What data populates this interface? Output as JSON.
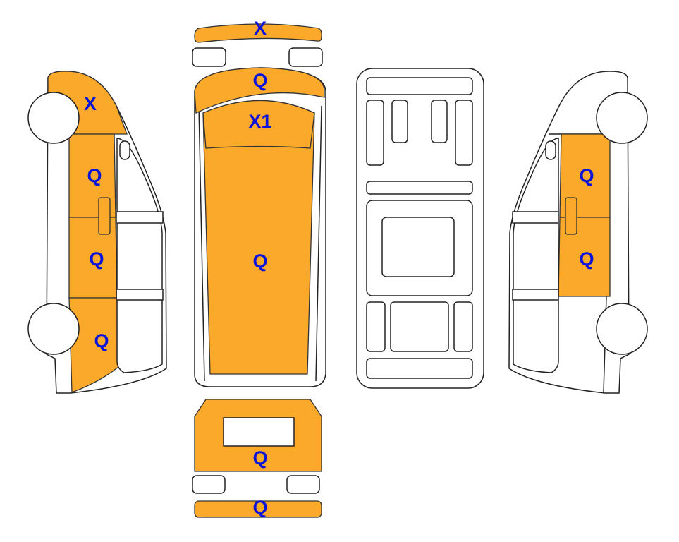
{
  "colors": {
    "damaged_panel": "#FBA92B",
    "label": "#0A14D8",
    "outline": "#222222"
  },
  "views": {
    "left_side": {
      "front_wing": "X",
      "front_door": "Q",
      "sliding_door": "Q",
      "rear_quarter": "Q"
    },
    "top": {
      "front_bumper": "X",
      "bonnet": "Q",
      "windscreen_roof_front": "X1",
      "roof": "Q"
    },
    "rear": {
      "tailgate": "Q",
      "rear_bumper": "Q"
    },
    "right_side": {
      "front_door": "Q",
      "sliding_door": "Q"
    }
  }
}
